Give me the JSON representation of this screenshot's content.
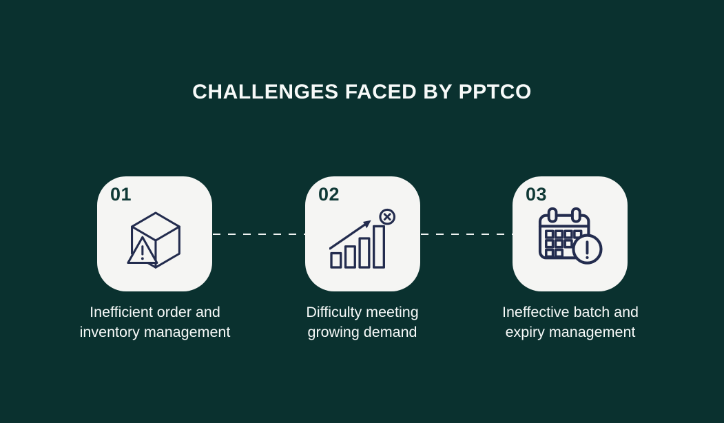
{
  "title": "CHALLENGES FACED BY PPTCO",
  "colors": {
    "background": "#0a312f",
    "card": "#f5f5f3",
    "icon": "#232c4e",
    "number": "#103936",
    "text": "#f7faf9",
    "connector": "#f0f4f3"
  },
  "cards": [
    {
      "number": "01",
      "icon": "box-warning-icon",
      "label_lines": [
        "Inefficient order and",
        "inventory management"
      ]
    },
    {
      "number": "02",
      "icon": "growth-blocked-icon",
      "label_lines": [
        "Difficulty meeting",
        "growing demand"
      ]
    },
    {
      "number": "03",
      "icon": "calendar-alert-icon",
      "label_lines": [
        "Ineffective batch and",
        "expiry management"
      ]
    }
  ]
}
